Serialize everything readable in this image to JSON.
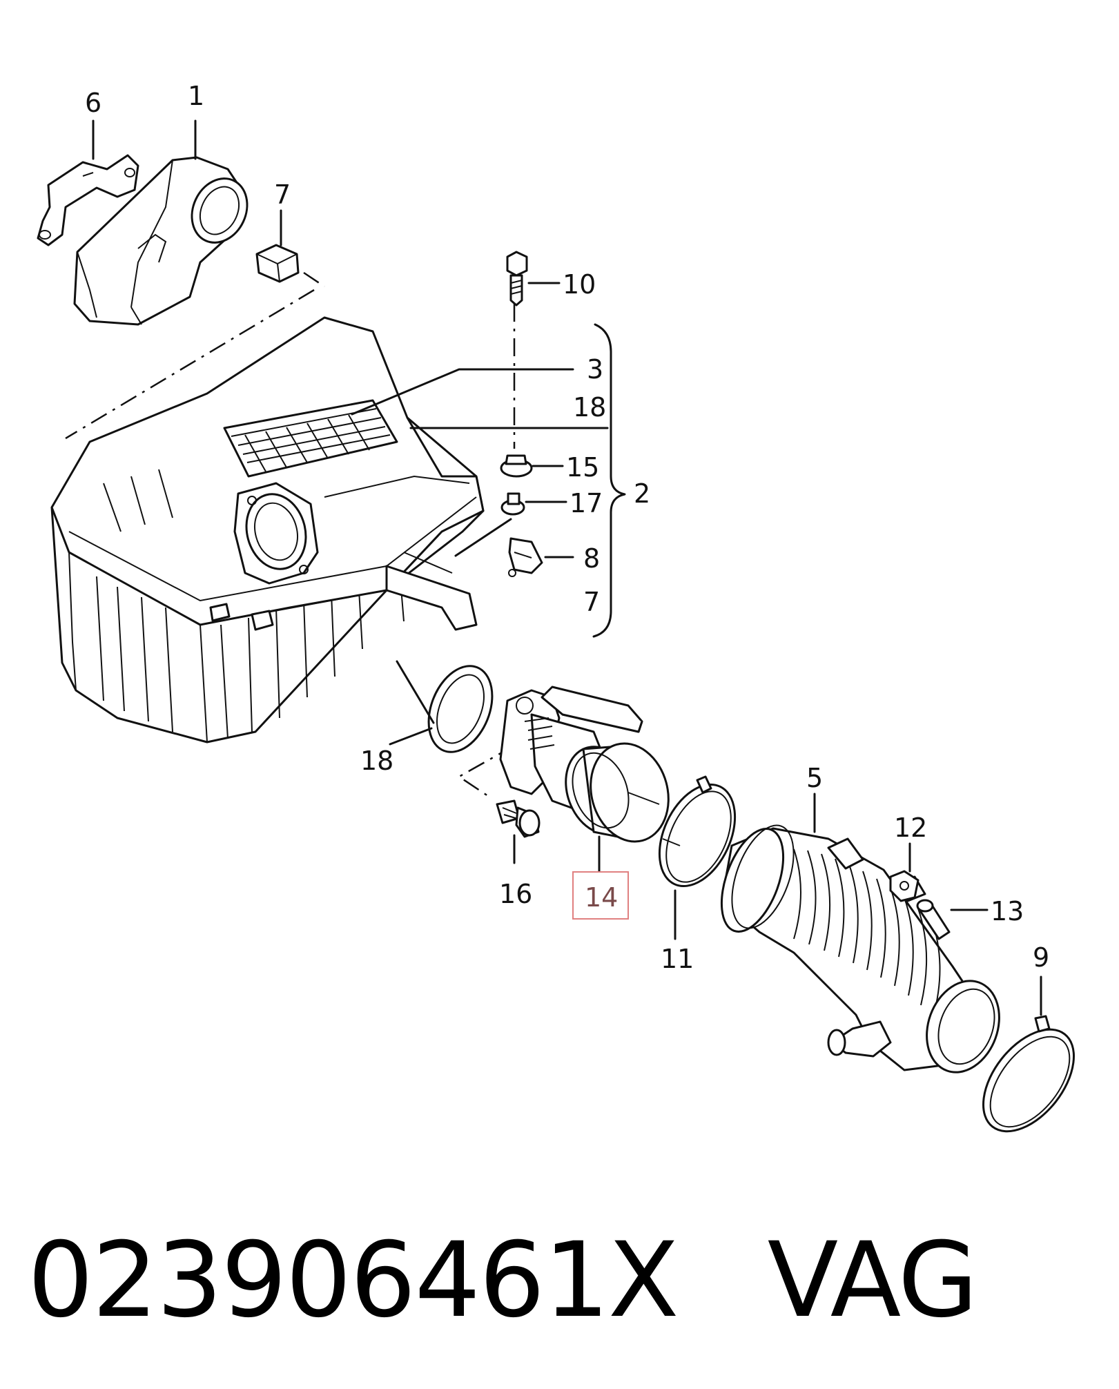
{
  "labels": {
    "l1": "1",
    "l2": "2",
    "l3": "3",
    "l5": "5",
    "l6": "6",
    "l7a": "7",
    "l7b": "7",
    "l8": "8",
    "l9": "9",
    "l10": "10",
    "l11": "11",
    "l12": "12",
    "l13": "13",
    "l14": "14",
    "l15": "15",
    "l16": "16",
    "l17": "17",
    "l18a": "18",
    "l18b": "18"
  },
  "highlighted_part": "14",
  "highlight_color": "#e08080",
  "caption": {
    "part_number": "023906461X",
    "brand": "VAG"
  }
}
